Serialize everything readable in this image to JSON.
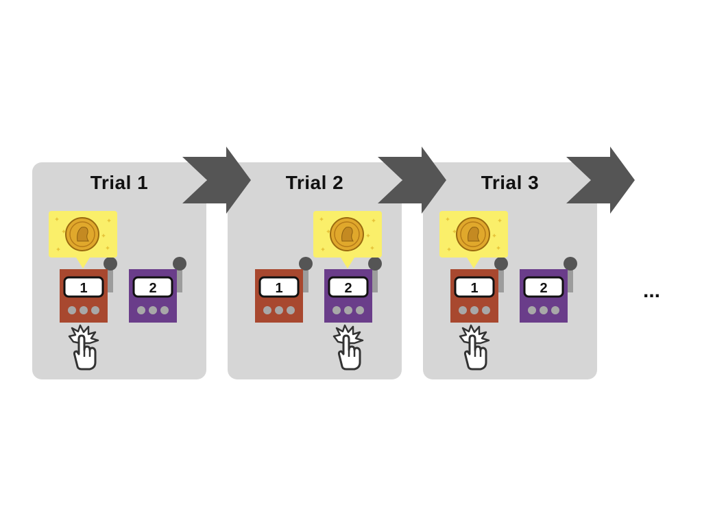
{
  "colors": {
    "panel_bg": "#d6d6d6",
    "chevron": "#555555",
    "machine_1": "#a8482f",
    "machine_2": "#6a3d8a",
    "bubble": "#faef6a",
    "coin": "#e0a82c",
    "lever": "#555555"
  },
  "trials": [
    {
      "title": "Trial 1",
      "chosen": "1",
      "rewarded": "1"
    },
    {
      "title": "Trial 2",
      "chosen": "2",
      "rewarded": "2"
    },
    {
      "title": "Trial 3",
      "chosen": "1",
      "rewarded": "1"
    }
  ],
  "machines": [
    {
      "label": "1",
      "color_key": "machine_1"
    },
    {
      "label": "2",
      "color_key": "machine_2"
    }
  ],
  "continuation": "...",
  "icons": {
    "reward": "gold-coin-icon",
    "choice": "tapping-hand-icon",
    "progression": "chevron-right-icon"
  }
}
